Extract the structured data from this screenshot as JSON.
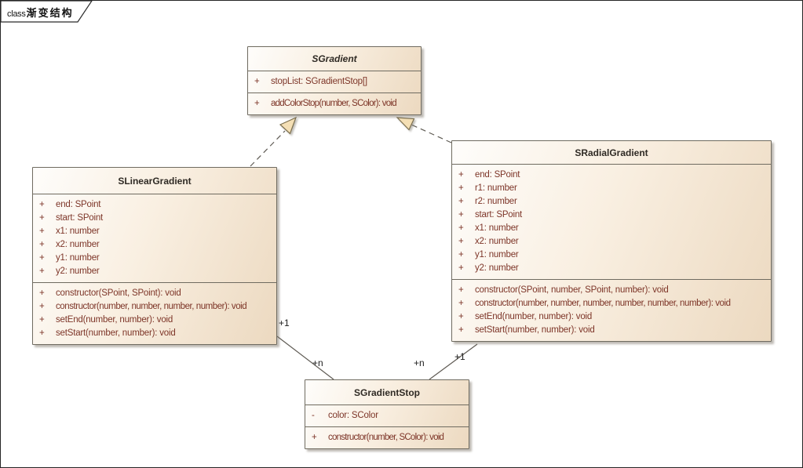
{
  "frame": {
    "tab": {
      "keyword": "class",
      "title": "渐变结构"
    }
  },
  "colors": {
    "box_fill_light": "#fefdfb",
    "box_fill_dark": "#ecd9c0",
    "box_border": "#6f6b60",
    "member_text": "#7d3528",
    "title_text": "#2f2a24",
    "connector": "#5f5b54",
    "arrow_fill": "#f4dfb5"
  },
  "classes": [
    {
      "name": "SGradient",
      "abstract": true,
      "attributes": [
        {
          "vis": "+",
          "text": "stopList: SGradientStop[]"
        }
      ],
      "methods": [
        {
          "vis": "+",
          "text": "addColorStop(number, SColor): void"
        }
      ]
    },
    {
      "name": "SLinearGradient",
      "abstract": false,
      "attributes": [
        {
          "vis": "+",
          "text": "end: SPoint"
        },
        {
          "vis": "+",
          "text": "start: SPoint"
        },
        {
          "vis": "+",
          "text": "x1: number"
        },
        {
          "vis": "+",
          "text": "x2: number"
        },
        {
          "vis": "+",
          "text": "y1: number"
        },
        {
          "vis": "+",
          "text": "y2: number"
        }
      ],
      "methods": [
        {
          "vis": "+",
          "text": "constructor(SPoint, SPoint): void"
        },
        {
          "vis": "+",
          "text": "constructor(number, number, number, number): void"
        },
        {
          "vis": "+",
          "text": "setEnd(number, number): void"
        },
        {
          "vis": "+",
          "text": "setStart(number, number): void"
        }
      ]
    },
    {
      "name": "SRadialGradient",
      "abstract": false,
      "attributes": [
        {
          "vis": "+",
          "text": "end: SPoint"
        },
        {
          "vis": "+",
          "text": "r1: number"
        },
        {
          "vis": "+",
          "text": "r2: number"
        },
        {
          "vis": "+",
          "text": "start: SPoint"
        },
        {
          "vis": "+",
          "text": "x1: number"
        },
        {
          "vis": "+",
          "text": "x2: number"
        },
        {
          "vis": "+",
          "text": "y1: number"
        },
        {
          "vis": "+",
          "text": "y2: number"
        }
      ],
      "methods": [
        {
          "vis": "+",
          "text": "constructor(SPoint, number, SPoint, number): void"
        },
        {
          "vis": "+",
          "text": "constructor(number, number, number, number, number, number): void"
        },
        {
          "vis": "+",
          "text": "setEnd(number, number): void"
        },
        {
          "vis": "+",
          "text": "setStart(number, number): void"
        }
      ]
    },
    {
      "name": "SGradientStop",
      "abstract": false,
      "attributes": [
        {
          "vis": "-",
          "text": "color: SColor"
        }
      ],
      "methods": [
        {
          "vis": "+",
          "text": "constructor(number, SColor): void"
        }
      ]
    }
  ],
  "connectors": {
    "generalizations": [
      {
        "from": "SLinearGradient",
        "to": "SGradient"
      },
      {
        "from": "SRadialGradient",
        "to": "SGradient"
      }
    ],
    "associations": [
      {
        "from": "SLinearGradient",
        "to": "SGradientStop",
        "source_label": "+1",
        "target_label": "+n"
      },
      {
        "from": "SRadialGradient",
        "to": "SGradientStop",
        "source_label": "+1",
        "target_label": "+n"
      }
    ]
  }
}
